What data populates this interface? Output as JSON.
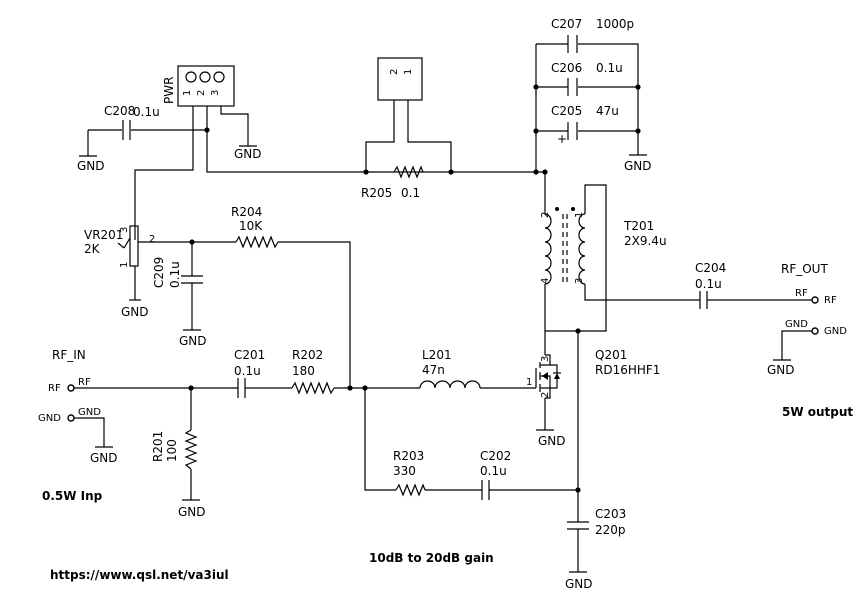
{
  "labels": {
    "pwr": "PWR",
    "pwr_pins": [
      "1",
      "2",
      "3"
    ],
    "c208": "C208",
    "c208_v": "0.1u",
    "c207": "C207",
    "c207_v": "1000p",
    "c206": "C206",
    "c206_v": "0.1u",
    "c205": "C205",
    "c205_v": "47u",
    "plus": "+",
    "r205": "R205",
    "r205_v": "0.1",
    "r205_pins": [
      "2",
      "1"
    ],
    "vr201": "VR201",
    "vr201_v": "2K",
    "vr_pins": [
      "3",
      "2",
      "1"
    ],
    "r204": "R204",
    "r204_v": "10K",
    "c209": "C209",
    "c209_v": "0.1u",
    "t201": "T201",
    "t201_v": "2X9.4u",
    "t_pins": [
      "2",
      "1",
      "4",
      "3"
    ],
    "c204": "C204",
    "c204_v": "0.1u",
    "rf_out": "RF_OUT",
    "rf": "RF",
    "gnd": "GND",
    "rf_in": "RF_IN",
    "c201": "C201",
    "c201_v": "0.1u",
    "r202": "R202",
    "r202_v": "180",
    "l201": "L201",
    "l201_v": "47n",
    "q201": "Q201",
    "q201_v": "RD16HHF1",
    "q_pins": [
      "3",
      "1",
      "2"
    ],
    "r201": "R201",
    "r201_v": "100",
    "r203": "R203",
    "r203_v": "330",
    "c202": "C202",
    "c202_v": "0.1u",
    "c203": "C203",
    "c203_v": "220p",
    "output_note": "5W output",
    "input_note": "0.5W Inp",
    "gain_note": "10dB to 20dB gain",
    "url": "https://www.qsl.net/va3iul"
  }
}
